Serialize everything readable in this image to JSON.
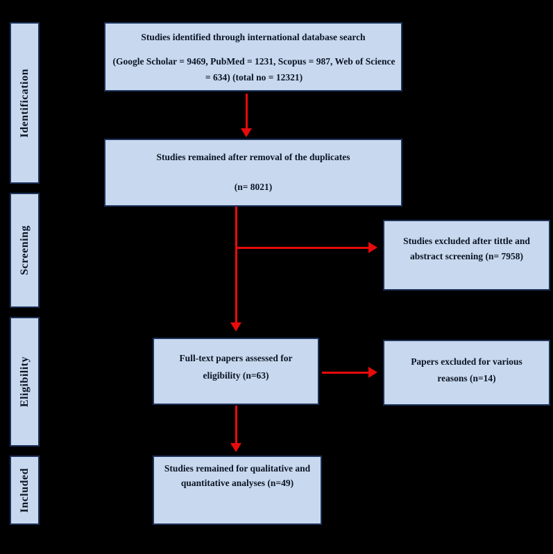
{
  "diagram": {
    "type": "prisma-flow",
    "stages": [
      {
        "label": "Identification"
      },
      {
        "label": "Screening"
      },
      {
        "label": "Eligibility"
      },
      {
        "label": "Included"
      }
    ],
    "boxes": {
      "identified": {
        "line1": "Studies identified through international database search",
        "line2": "(Google Scholar = 9469, PubMed = 1231, Scopus = 987, Web of Science = 634) (total no = 12321)"
      },
      "deduplicated": {
        "line1": "Studies remained after removal of the duplicates",
        "line2": "(n= 8021)"
      },
      "excluded_screening": {
        "text": "Studies excluded after tittle and abstract screening (n= 7958)"
      },
      "fulltext": {
        "text": "Full-text papers assessed for eligibility (n=63)"
      },
      "excluded_fulltext": {
        "text": "Papers excluded for various reasons (n=14)"
      },
      "included": {
        "text": "Studies remained for qualitative and quantitative analyses (n=49)"
      }
    },
    "counts": {
      "google_scholar": 9469,
      "pubmed": 1231,
      "scopus": 987,
      "web_of_science": 634,
      "total_identified": 12321,
      "after_duplicates_removed": 8021,
      "excluded_title_abstract": 7958,
      "fulltext_assessed": 63,
      "excluded_fulltext": 14,
      "included_final": 49
    },
    "colors": {
      "background": "#000000",
      "box_fill": "#c8d8ee",
      "box_border": "#1b3158",
      "text": "#0b1424",
      "arrow": "#e80b0b"
    }
  }
}
